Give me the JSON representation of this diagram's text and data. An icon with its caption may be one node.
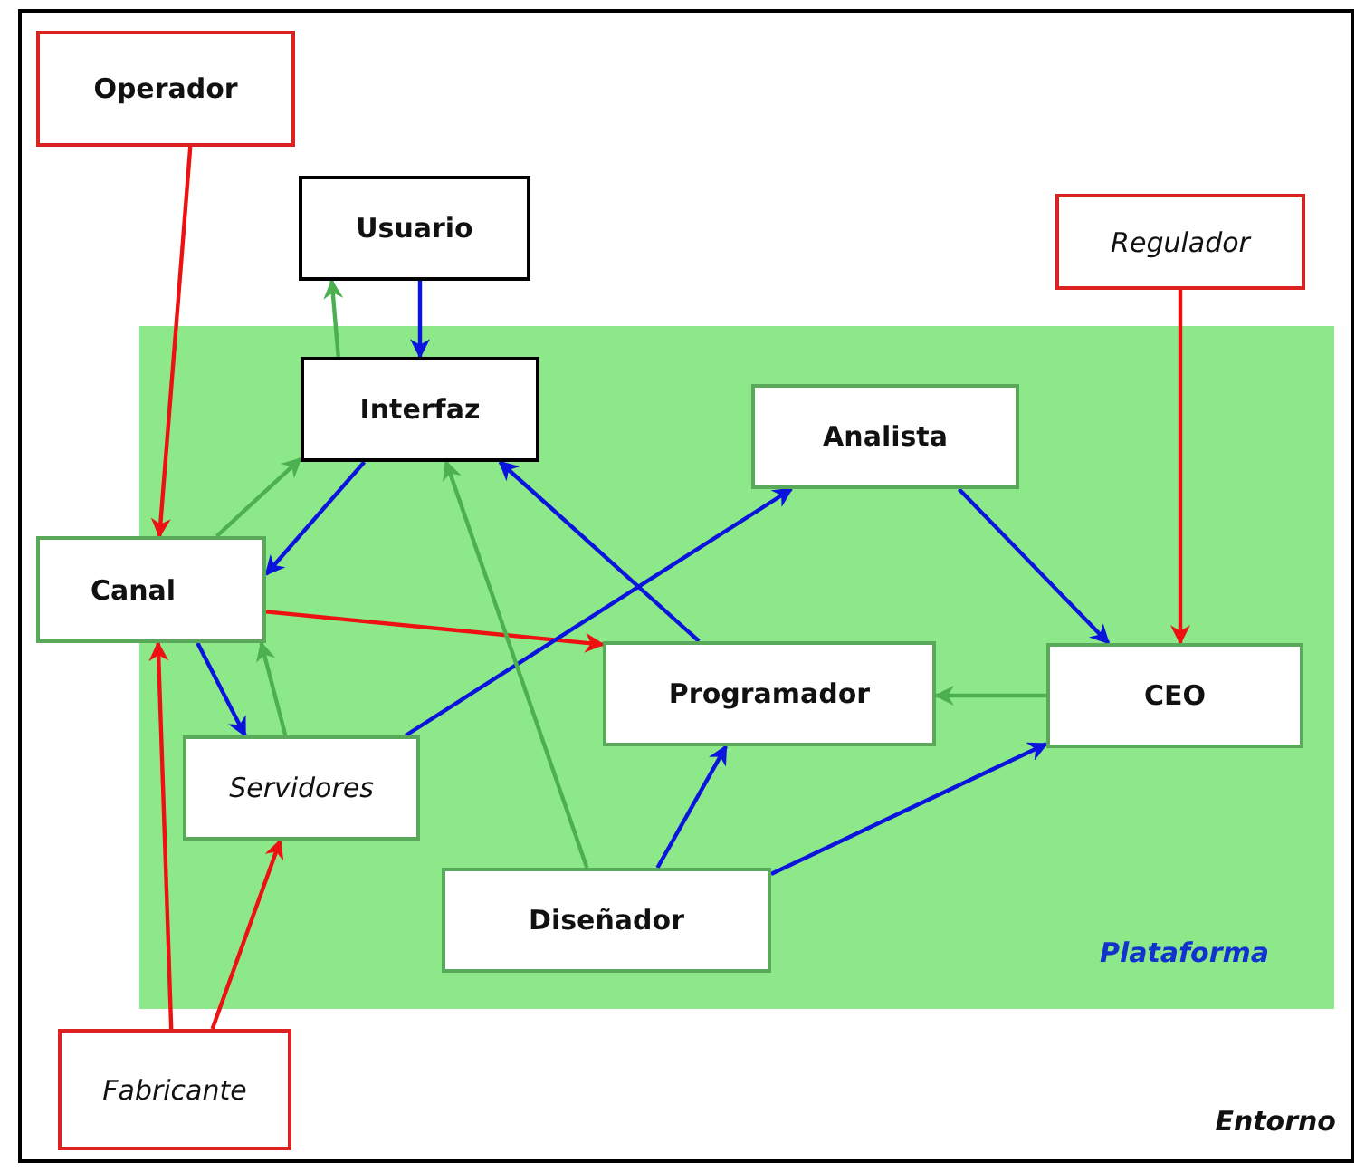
{
  "diagram": {
    "nodes": [
      {
        "text": [
          "Entorno"
        ]
      },
      {
        "text": [
          "Plataforma"
        ],
        "in": 0
      },
      {
        "text": [
          "Operador"
        ],
        "in": 0
      },
      {
        "text": [
          "Usuario"
        ],
        "in": 0
      },
      {
        "text": [
          "Regulador"
        ],
        "in": 0
      },
      {
        "text": [
          "Interfaz"
        ],
        "in": 1
      },
      {
        "text": [
          "Analista"
        ],
        "in": 1
      },
      {
        "text": [
          "Canal"
        ],
        "in": 0
      },
      {
        "text": [
          "Programador"
        ],
        "in": 1
      },
      {
        "text": [
          "CEO"
        ],
        "in": 1
      },
      {
        "text": [
          "Servidores"
        ],
        "in": 1
      },
      {
        "text": [
          "Diseñador"
        ],
        "in": 1
      },
      {
        "text": [
          "Fabricante"
        ],
        "in": 0
      }
    ],
    "edges": [
      {
        "from": 2,
        "to": 7,
        "arrow": "to",
        "color": "#ee1111"
      },
      {
        "from": 5,
        "to": 3,
        "arrow": "to",
        "color": "#4caf50"
      },
      {
        "from": 3,
        "to": 5,
        "arrow": "to"
      },
      {
        "from": 7,
        "to": 5,
        "arrow": "to",
        "color": "#4caf50"
      },
      {
        "from": 5,
        "to": 7,
        "arrow": "to"
      },
      {
        "from": 7,
        "to": 8,
        "arrow": "to",
        "color": "#ee1111"
      },
      {
        "from": 7,
        "to": 10,
        "arrow": "to"
      },
      {
        "from": 10,
        "to": 7,
        "arrow": "to",
        "color": "#4caf50"
      },
      {
        "from": 10,
        "to": 6,
        "arrow": "to"
      },
      {
        "from": 8,
        "to": 5,
        "arrow": "to"
      },
      {
        "from": 11,
        "to": 5,
        "arrow": "to",
        "color": "#4caf50"
      },
      {
        "from": 6,
        "to": 9,
        "arrow": "to"
      },
      {
        "from": 4,
        "to": 9,
        "arrow": "to",
        "color": "#ee1111"
      },
      {
        "from": 9,
        "to": 8,
        "arrow": "to",
        "color": "#4caf50"
      },
      {
        "from": 11,
        "to": 8,
        "arrow": "to"
      },
      {
        "from": 11,
        "to": 9,
        "arrow": "to"
      },
      {
        "from": 12,
        "to": 7,
        "arrow": "to",
        "color": "#ee1111"
      },
      {
        "from": 12,
        "to": 10,
        "arrow": "to",
        "color": "#ee1111"
      }
    ]
  }
}
